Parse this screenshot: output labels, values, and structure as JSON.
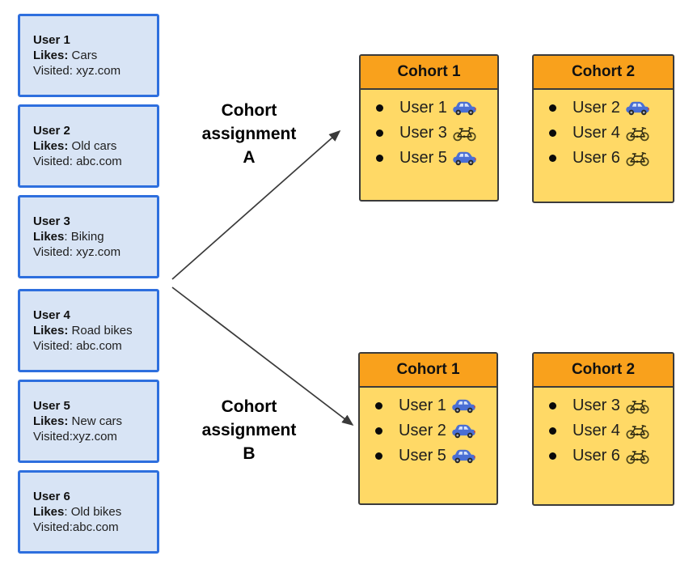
{
  "diagram_title": "Cohort assignment diagram",
  "colors": {
    "user_card_bg": "#d8e4f5",
    "user_card_border": "#2e6fde",
    "cohort_header_bg": "#f9a11c",
    "cohort_body_bg": "#ffd966",
    "cohort_border": "#3b3b3b",
    "arrow": "#3a3a3a",
    "text": "#1e1e1e"
  },
  "users": [
    {
      "name": "User 1",
      "likes_bold": "Likes:",
      "likes_rest": " Cars",
      "visited": "Visited: xyz.com"
    },
    {
      "name": "User 2",
      "likes_bold": "Likes:",
      "likes_rest": " Old cars",
      "visited": "Visited: abc.com"
    },
    {
      "name": "User 3",
      "likes_bold": "Likes",
      "likes_rest": ": Biking",
      "visited": "Visited: xyz.com"
    },
    {
      "name": "User 4",
      "likes_bold": "Likes:",
      "likes_rest": " Road bikes",
      "visited": "Visited: abc.com"
    },
    {
      "name": "User 5",
      "likes_bold": "Likes:",
      "likes_rest": " New cars",
      "visited": "Visited:xyz.com"
    },
    {
      "name": "User 6",
      "likes_bold": "Likes",
      "likes_rest": ": Old bikes",
      "visited": "Visited:abc.com"
    }
  ],
  "assignments": [
    {
      "label": {
        "line1": "Cohort",
        "line2": "assignment",
        "line3": "A"
      },
      "cohorts": [
        {
          "title": "Cohort 1",
          "members": [
            {
              "text": "User 1",
              "icon": "car-icon"
            },
            {
              "text": "User 3",
              "icon": "bike-icon"
            },
            {
              "text": "User 5",
              "icon": "car-icon"
            }
          ]
        },
        {
          "title": "Cohort 2",
          "members": [
            {
              "text": "User 2",
              "icon": "car-icon"
            },
            {
              "text": "User 4",
              "icon": "bike-icon"
            },
            {
              "text": "User 6",
              "icon": "bike-icon"
            }
          ]
        }
      ]
    },
    {
      "label": {
        "line1": "Cohort",
        "line2": "assignment",
        "line3": "B"
      },
      "cohorts": [
        {
          "title": "Cohort 1",
          "members": [
            {
              "text": "User 1",
              "icon": "car-icon"
            },
            {
              "text": "User 2",
              "icon": "car-icon"
            },
            {
              "text": "User 5",
              "icon": "car-icon"
            }
          ]
        },
        {
          "title": "Cohort 2",
          "members": [
            {
              "text": "User 3",
              "icon": "bike-icon"
            },
            {
              "text": "User 4",
              "icon": "bike-icon"
            },
            {
              "text": "User 6",
              "icon": "bike-icon"
            }
          ]
        }
      ]
    }
  ]
}
